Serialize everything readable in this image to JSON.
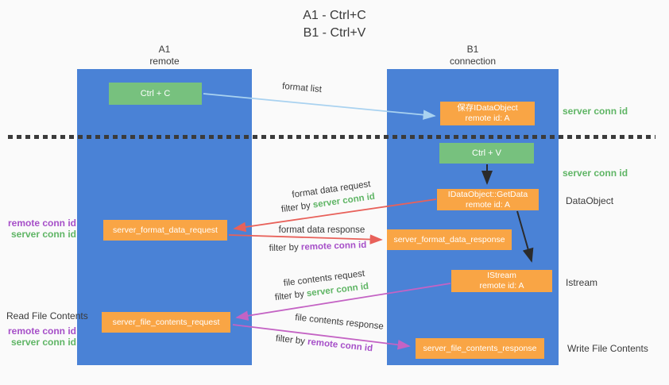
{
  "title": {
    "line1": "A1 - Ctrl+C",
    "line2": "B1 - Ctrl+V"
  },
  "lanes": {
    "a1": {
      "name": "A1",
      "subtitle": "remote"
    },
    "b1": {
      "name": "B1",
      "subtitle": "connection"
    }
  },
  "nodes": {
    "ctrl_c": {
      "label": "Ctrl + C"
    },
    "save_dataobject": {
      "line1": "保存IDataObject",
      "line2": "remote id: A"
    },
    "ctrl_v": {
      "label": "Ctrl + V"
    },
    "getdata": {
      "line1": "IDataObject::GetData",
      "line2": "remote id: A"
    },
    "format_request": {
      "label": "server_format_data_request"
    },
    "format_response": {
      "label": "server_format_data_response"
    },
    "istream": {
      "line1": "IStream",
      "line2": "remote id: A"
    },
    "file_request": {
      "label": "server_file_contents_request"
    },
    "file_response": {
      "label": "server_file_contents_response"
    }
  },
  "edge_labels": {
    "format_list": "format list",
    "format_data_request": "format data request",
    "format_data_response": "format data response",
    "file_contents_request": "file contents request",
    "file_contents_response": "file contents response",
    "filter_by": "filter by ",
    "server_conn_id": "server conn id",
    "remote_conn_id": "remote conn id"
  },
  "side_labels": {
    "left": {
      "remote_conn_id_1": "remote conn id",
      "server_conn_id_1": "server conn id",
      "read_file_contents": "Read File Contents",
      "remote_conn_id_2": "remote conn id",
      "server_conn_id_2": "server conn id"
    },
    "right": {
      "server_conn_id_1": "server conn id",
      "server_conn_id_2": "server conn id",
      "dataobject": "DataObject",
      "istream": "Istream",
      "write_file_contents": "Write File Contents"
    }
  },
  "colors": {
    "lane_blue": "#4a82d6",
    "green_box": "#77c17e",
    "orange_box": "#f9a545",
    "green_text": "#5fb565",
    "purple_text": "#a64fc8",
    "red_arrow": "#e8615a",
    "magenta_arrow": "#c463c4",
    "light_blue_arrow": "#a9d2f0",
    "black_arrow": "#2b2b2b",
    "dotted_line": "#3b3b3b",
    "background": "#fafafa"
  }
}
